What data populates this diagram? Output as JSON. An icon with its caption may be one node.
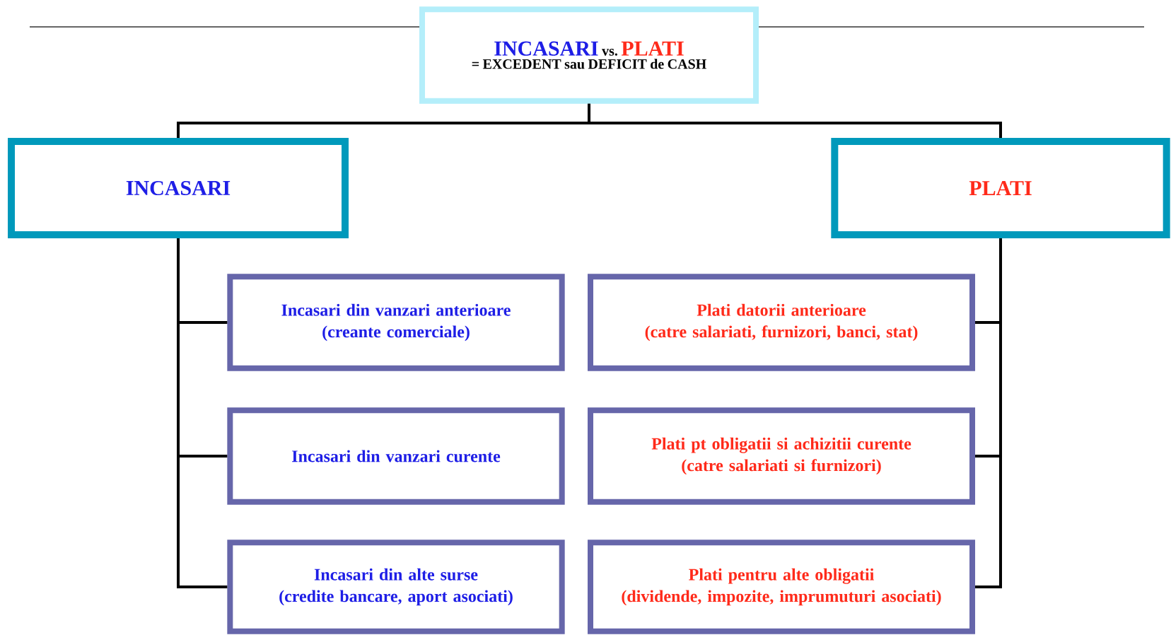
{
  "diagram": {
    "nodes": [
      {
        "text": [
          "INCASARI",
          "vs.",
          "PLATI",
          "= EXCEDENT sau DEFICIT de CASH"
        ]
      },
      {
        "text": [
          "INCASARI"
        ]
      },
      {
        "text": [
          "PLATI"
        ]
      },
      {
        "text": [
          "Incasari din vanzari anterioare",
          "(creante comerciale)"
        ]
      },
      {
        "text": [
          "Incasari din vanzari curente"
        ]
      },
      {
        "text": [
          "Incasari din alte surse",
          "(credite bancare, aport asociati)"
        ]
      },
      {
        "text": [
          "Plati datorii anterioare",
          "(catre salariati, furnizori, banci, stat)"
        ]
      },
      {
        "text": [
          "Plati pt obligatii si achizitii curente",
          "(catre salariati si furnizori)"
        ]
      },
      {
        "text": [
          "Plati pentru alte obligatii",
          "(dividende, impozite, imprumuturi asociati)"
        ]
      }
    ],
    "edges": [
      {
        "from": 0,
        "to": 1,
        "arrow": "none"
      },
      {
        "from": 0,
        "to": 2,
        "arrow": "none"
      },
      {
        "from": 1,
        "to": 3,
        "arrow": "none"
      },
      {
        "from": 1,
        "to": 4,
        "arrow": "none"
      },
      {
        "from": 1,
        "to": 5,
        "arrow": "none"
      },
      {
        "from": 2,
        "to": 6,
        "arrow": "none"
      },
      {
        "from": 2,
        "to": 7,
        "arrow": "none"
      },
      {
        "from": 2,
        "to": 8,
        "arrow": "none"
      }
    ]
  }
}
